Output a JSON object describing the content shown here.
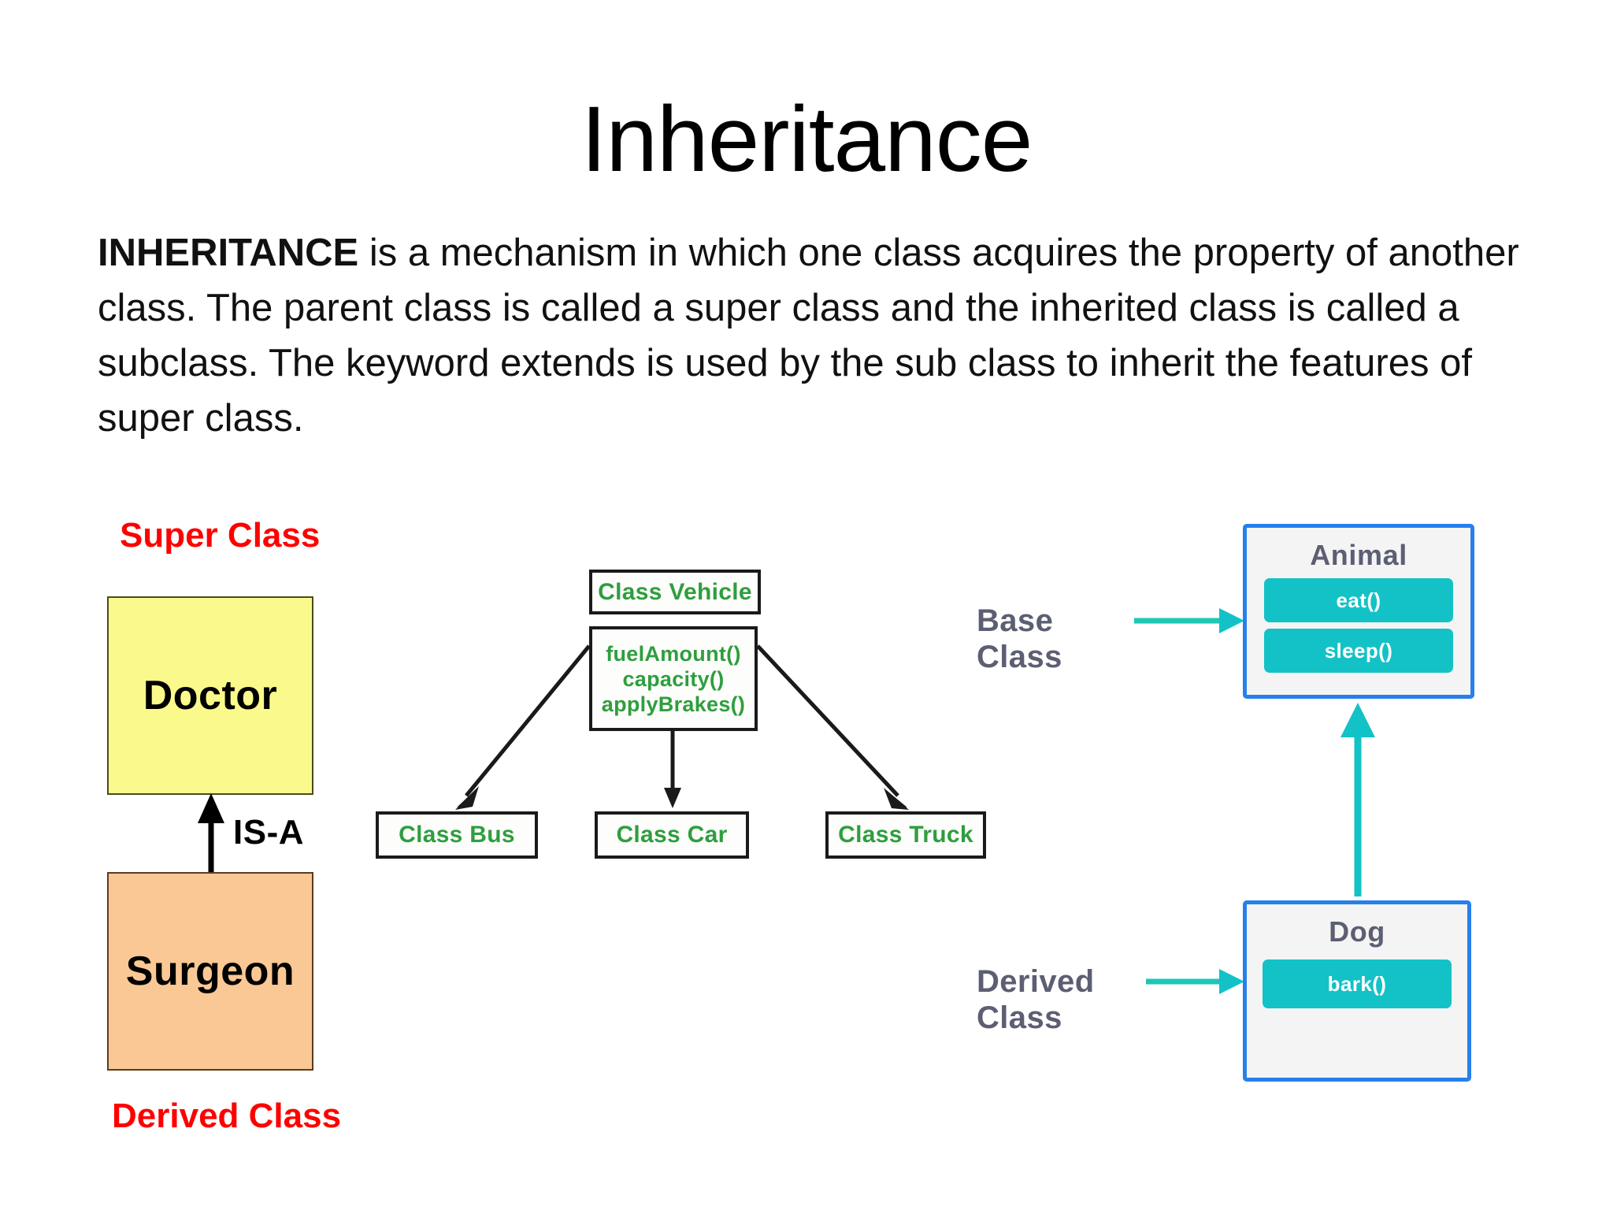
{
  "slide": {
    "title": "Inheritance",
    "paragraph_lead": "INHERITANCE",
    "paragraph_rest": " is a mechanism in which one class acquires the property of another class. The parent class is called a super class and the inherited class is called a subclass. The keyword extends is used by the sub class to inherit the features of super class."
  },
  "diagram_doctor": {
    "super_class_label": "Super Class",
    "derived_class_label": "Derived Class",
    "super_class_name": "Doctor",
    "derived_class_name": "Surgeon",
    "relation_label": "IS-A",
    "super_class_color": "#FAFA8C",
    "derived_class_color": "#FAC894",
    "label_color": "#FF0000"
  },
  "diagram_vehicle": {
    "parent_name": "Class Vehicle",
    "parent_methods": [
      "fuelAmount()",
      "capacity()",
      "applyBrakes()"
    ],
    "children": [
      "Class Bus",
      "Class Car",
      "Class Truck"
    ],
    "text_color": "#2e9e3e",
    "border_color": "#1a1a1a"
  },
  "diagram_animal": {
    "base_class_label": "Base Class",
    "derived_class_label": "Derived Class",
    "base_class_name": "Animal",
    "base_class_methods": [
      "eat()",
      "sleep()"
    ],
    "derived_class_name": "Dog",
    "derived_class_methods": [
      "bark()"
    ],
    "border_color": "#2680EB",
    "method_color": "#13C2C6",
    "label_color": "#5c5f73"
  }
}
